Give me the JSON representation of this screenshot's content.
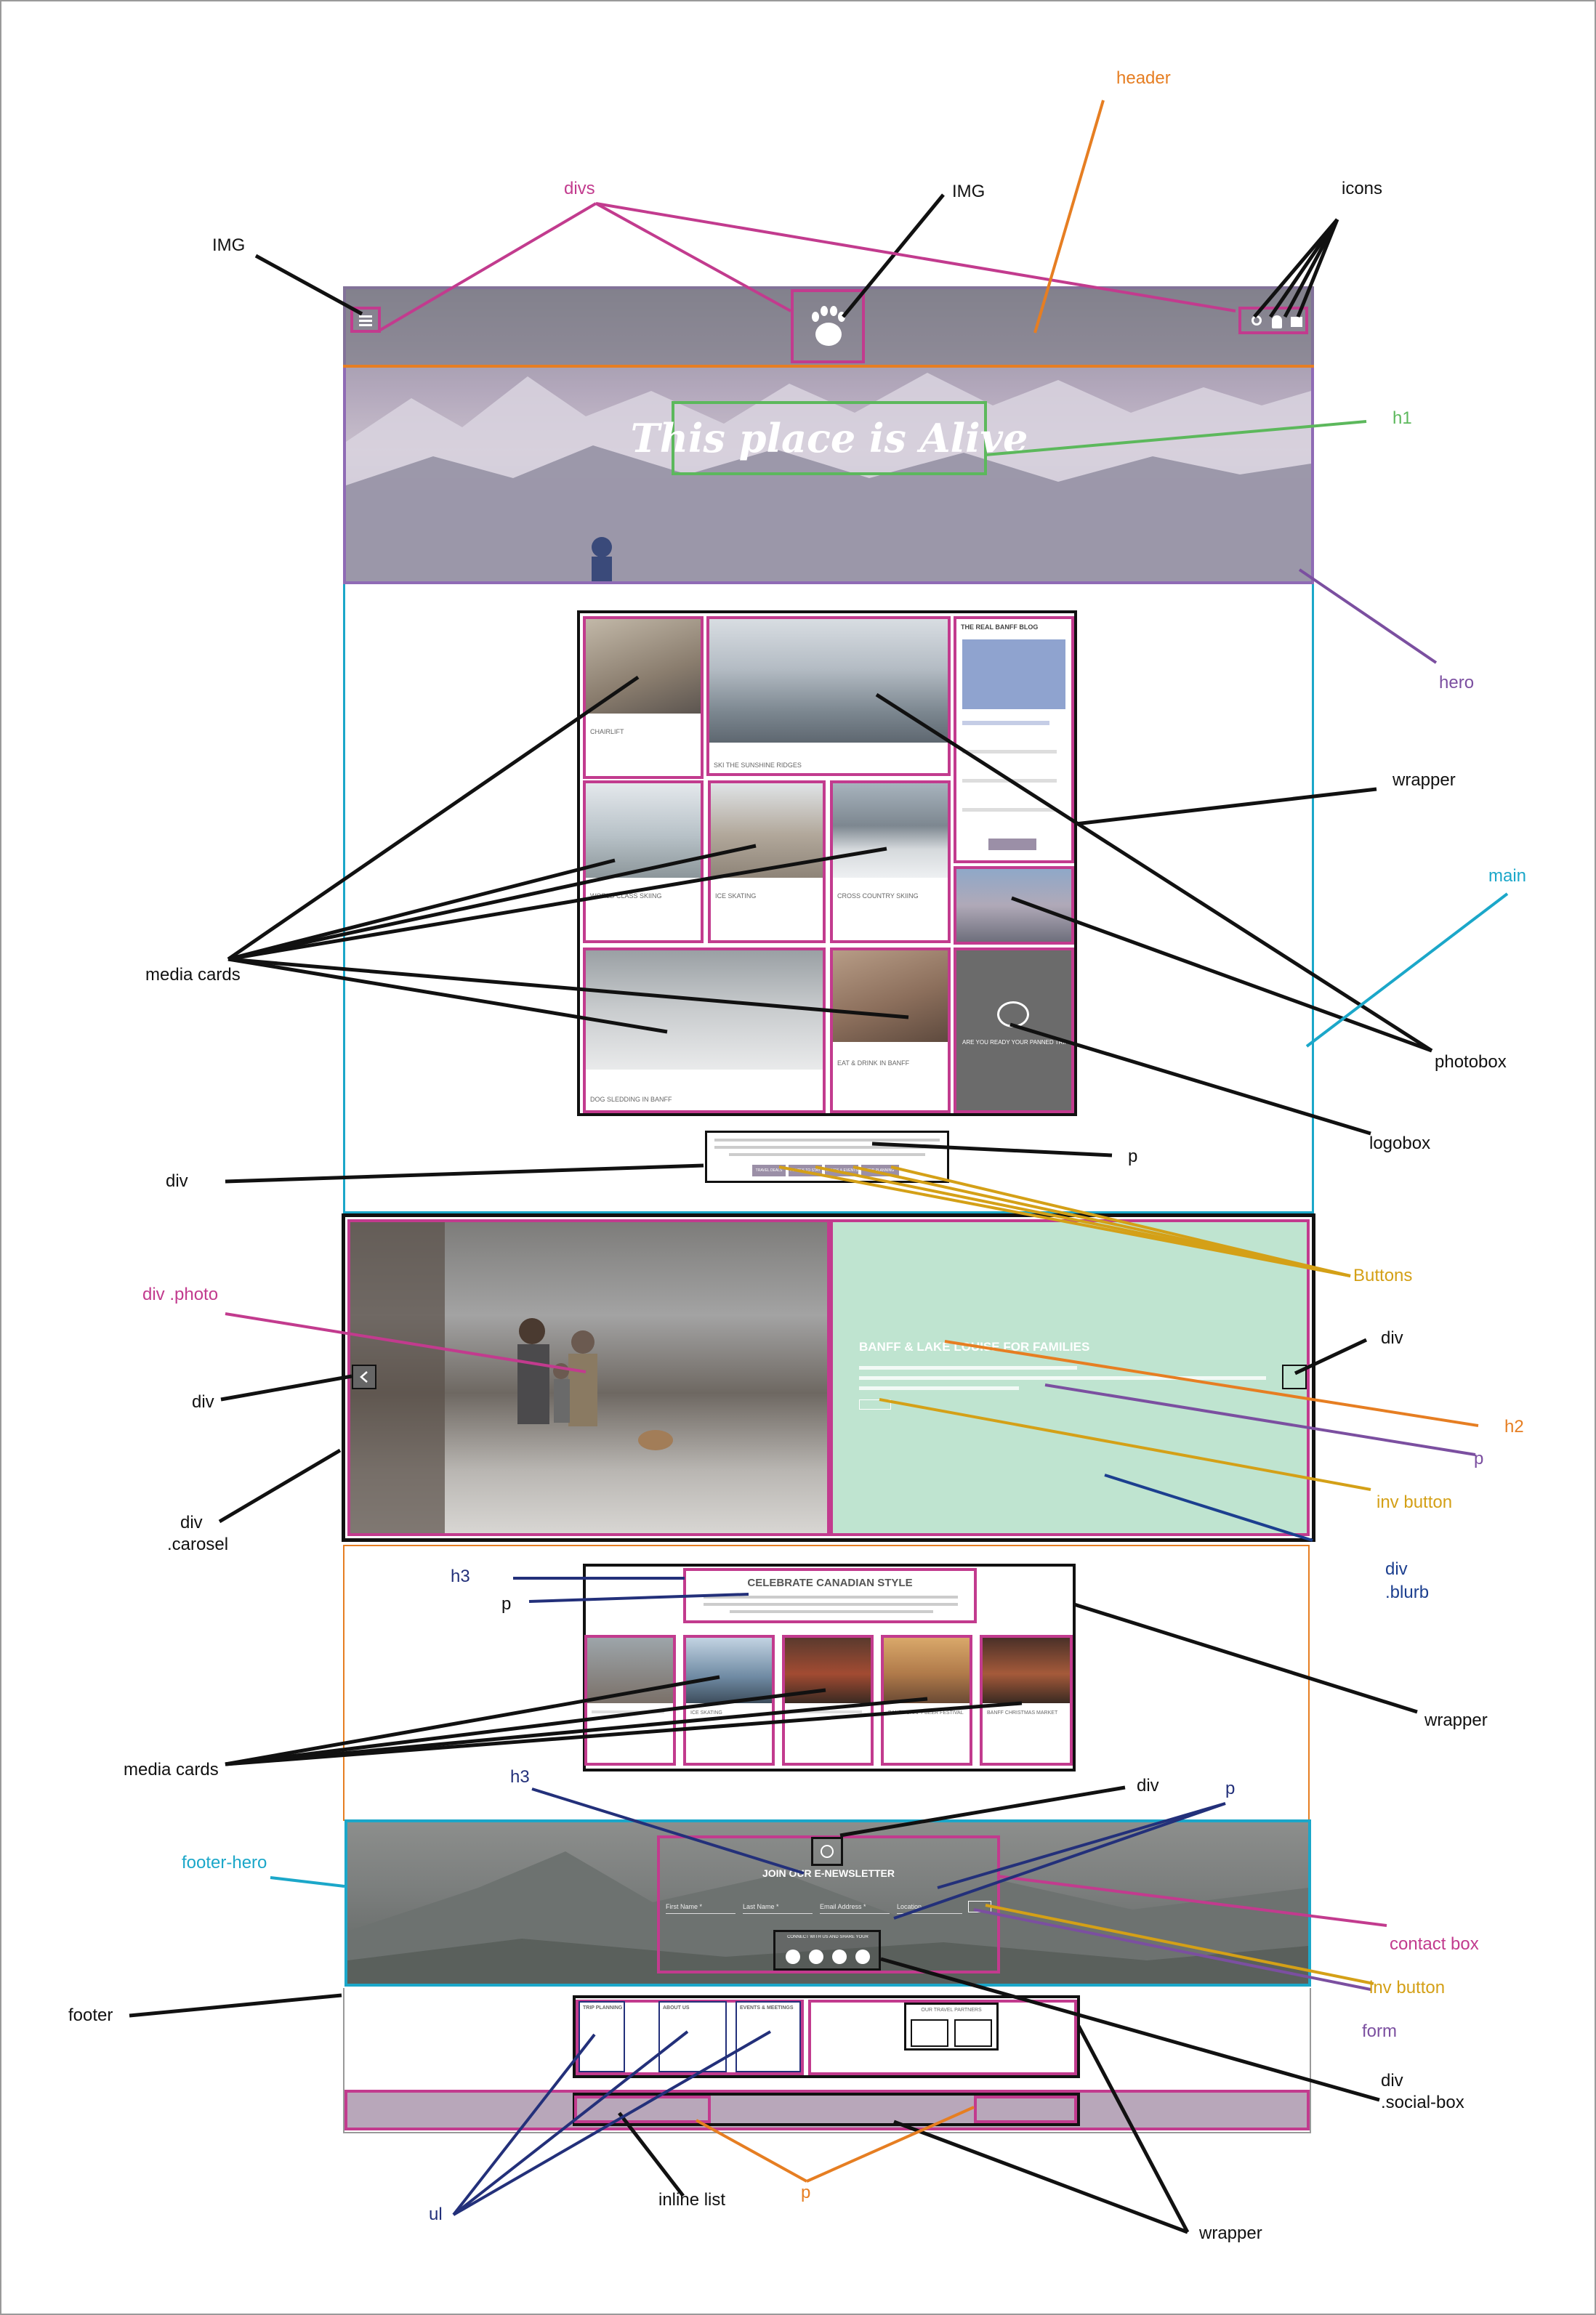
{
  "colors": {
    "pink": "#c23b8e",
    "orange": "#e67e22",
    "green": "#5cb85c",
    "purple": "#7b4fa0",
    "cyan": "#1ba7c9",
    "navy": "#23307a",
    "gold": "#d4a017",
    "darkblue": "#1c3f8f",
    "mint": "#bfe4d0"
  },
  "mockup": {
    "hero_title": "This place is Alive",
    "blog_heading": "THE REAL BANFF BLOG",
    "logo_text": "ARE YOU READY YOUR PANNED TRIP?",
    "blurb_heading": "BANFF & LAKE LOUISE FOR FAMILIES",
    "celebrate_heading": "CELEBRATE CANADIAN STYLE",
    "newsletter_heading": "JOIN OUR E-NEWSLETTER",
    "social_heading": "CONNECT WITH US AND SHARE YOUR",
    "form_fields": [
      "First Name *",
      "Last Name *",
      "Email Address *",
      "Location"
    ],
    "footer_cols": [
      "TRIP PLANNING",
      "ABOUT US",
      "EVENTS & MEETINGS"
    ],
    "trav_partners": "OUR TRAVEL PARTNERS",
    "card_captions": [
      "CHAIRLIFT",
      "SKI THE SUNSHINE RIDGES",
      "WORLD CLASS SKIING",
      "DOG SLEDDING IN BANFF",
      "EAT & DRINK IN BANFF",
      "CROSS COUNTRY SKIING",
      "ICE SKATING",
      "BANFF CRAFT BEER FESTIVAL",
      "BANFF CHRISTMAS MARKET"
    ],
    "buttons": [
      "TRAVEL DEALS",
      "PLACES TO STAY",
      "THINGS & EVENTS",
      "TRIP PLANNING"
    ]
  },
  "annotations": {
    "header": "header",
    "divs": "divs",
    "img_top": "IMG",
    "img_left": "IMG",
    "icons": "icons",
    "h1": "h1",
    "hero": "hero",
    "wrapper1": "wrapper",
    "main": "main",
    "media_cards1": "media cards",
    "photobox": "photobox",
    "logobox": "logobox",
    "p1": "p",
    "div1": "div",
    "buttons": "Buttons",
    "div_photo": "div .photo",
    "div2": "div",
    "div3": "div",
    "h2": "h2",
    "p2": "p",
    "inv_button1": "inv button",
    "div_carosel_1": "div",
    "div_carosel_2": ".carosel",
    "div_blurb_1": "div",
    "div_blurb_2": ".blurb",
    "h3_1": "h3",
    "p3": "p",
    "wrapper2": "wrapper",
    "media_cards2": "media cards",
    "h3_2": "h3",
    "div4": "div",
    "p4": "p",
    "footer_hero": "footer-hero",
    "contact_box": "contact box",
    "inv_button2": "inv button",
    "footer": "footer",
    "form": "form",
    "div_social_1": "div",
    "div_social_2": ".social-box",
    "ul": "ul",
    "inline_list": "inline list",
    "p5": "p",
    "wrapper3": "wrapper"
  }
}
